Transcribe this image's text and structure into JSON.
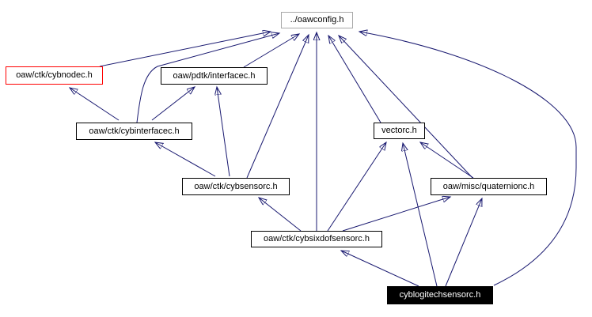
{
  "diagram": {
    "type": "include-dependency-graph",
    "colors": {
      "background": "#ffffff",
      "edge": "#191970",
      "node_border": "#000000",
      "root_node_border": "#a8a8a8",
      "truncated_node_border": "#ff0000",
      "current_node_fill": "#000000",
      "current_node_text": "#ffffff"
    },
    "nodes": [
      {
        "id": "oawconfig",
        "label": "../oawconfig.h",
        "style": "root"
      },
      {
        "id": "cybnodec",
        "label": "oaw/ctk/cybnodec.h",
        "style": "truncated"
      },
      {
        "id": "pdtk_interfacec",
        "label": "oaw/pdtk/interfacec.h",
        "style": "normal"
      },
      {
        "id": "cybinterfacec",
        "label": "oaw/ctk/cybinterfacec.h",
        "style": "normal"
      },
      {
        "id": "vectorc",
        "label": "vectorc.h",
        "style": "normal"
      },
      {
        "id": "cybsensorc",
        "label": "oaw/ctk/cybsensorc.h",
        "style": "normal"
      },
      {
        "id": "quaternionc",
        "label": "oaw/misc/quaternionc.h",
        "style": "normal"
      },
      {
        "id": "cybsixdofsensorc",
        "label": "oaw/ctk/cybsixdofsensorc.h",
        "style": "normal"
      },
      {
        "id": "cyblogitechsensorc",
        "label": "cyblogitechsensorc.h",
        "style": "current"
      }
    ],
    "edges": [
      {
        "from": "oaw/ctk/cybnodec.h",
        "to": "../oawconfig.h"
      },
      {
        "from": "oaw/pdtk/interfacec.h",
        "to": "../oawconfig.h"
      },
      {
        "from": "oaw/ctk/cybinterfacec.h",
        "to": "../oawconfig.h"
      },
      {
        "from": "oaw/ctk/cybinterfacec.h",
        "to": "oaw/ctk/cybnodec.h"
      },
      {
        "from": "oaw/ctk/cybinterfacec.h",
        "to": "oaw/pdtk/interfacec.h"
      },
      {
        "from": "oaw/ctk/cybsensorc.h",
        "to": "../oawconfig.h"
      },
      {
        "from": "oaw/ctk/cybsensorc.h",
        "to": "oaw/pdtk/interfacec.h"
      },
      {
        "from": "oaw/ctk/cybsensorc.h",
        "to": "oaw/ctk/cybinterfacec.h"
      },
      {
        "from": "vectorc.h",
        "to": "../oawconfig.h"
      },
      {
        "from": "oaw/misc/quaternionc.h",
        "to": "../oawconfig.h"
      },
      {
        "from": "oaw/misc/quaternionc.h",
        "to": "vectorc.h"
      },
      {
        "from": "oaw/ctk/cybsixdofsensorc.h",
        "to": "../oawconfig.h"
      },
      {
        "from": "oaw/ctk/cybsixdofsensorc.h",
        "to": "oaw/ctk/cybsensorc.h"
      },
      {
        "from": "oaw/ctk/cybsixdofsensorc.h",
        "to": "vectorc.h"
      },
      {
        "from": "oaw/ctk/cybsixdofsensorc.h",
        "to": "oaw/misc/quaternionc.h"
      },
      {
        "from": "cyblogitechsensorc.h",
        "to": "../oawconfig.h"
      },
      {
        "from": "cyblogitechsensorc.h",
        "to": "oaw/ctk/cybsixdofsensorc.h"
      },
      {
        "from": "cyblogitechsensorc.h",
        "to": "vectorc.h"
      },
      {
        "from": "cyblogitechsensorc.h",
        "to": "oaw/misc/quaternionc.h"
      }
    ]
  }
}
